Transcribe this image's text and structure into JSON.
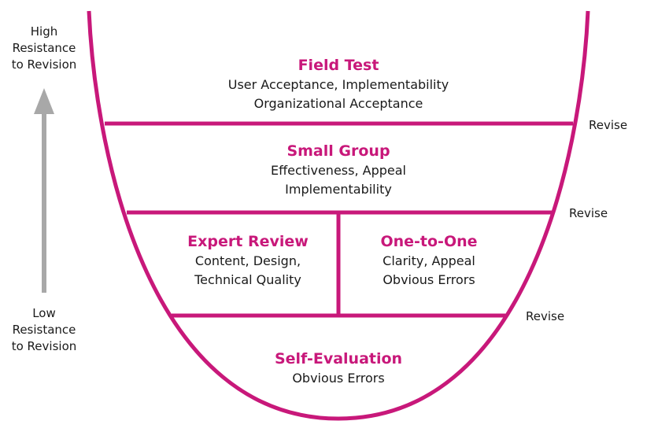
{
  "colors": {
    "accent": "#c8187a",
    "arrow": "#a8a8a8",
    "text": "#1a1a1a"
  },
  "axis": {
    "top_lines": [
      "High",
      "Resistance",
      "to Revision"
    ],
    "bottom_lines": [
      "Low",
      "Resistance",
      "to Revision"
    ]
  },
  "stages": {
    "field_test": {
      "title": "Field Test",
      "lines": [
        "User Acceptance, Implementability",
        "Organizational Acceptance"
      ]
    },
    "small_group": {
      "title": "Small Group",
      "lines": [
        "Effectiveness, Appeal",
        "Implementability"
      ]
    },
    "expert_review": {
      "title": "Expert Review",
      "lines": [
        "Content, Design,",
        "Technical Quality"
      ]
    },
    "one_to_one": {
      "title": "One-to-One",
      "lines": [
        "Clarity, Appeal",
        "Obvious Errors"
      ]
    },
    "self_evaluation": {
      "title": "Self-Evaluation",
      "lines": [
        "Obvious Errors"
      ]
    }
  },
  "revise_labels": [
    "Revise",
    "Revise",
    "Revise"
  ]
}
